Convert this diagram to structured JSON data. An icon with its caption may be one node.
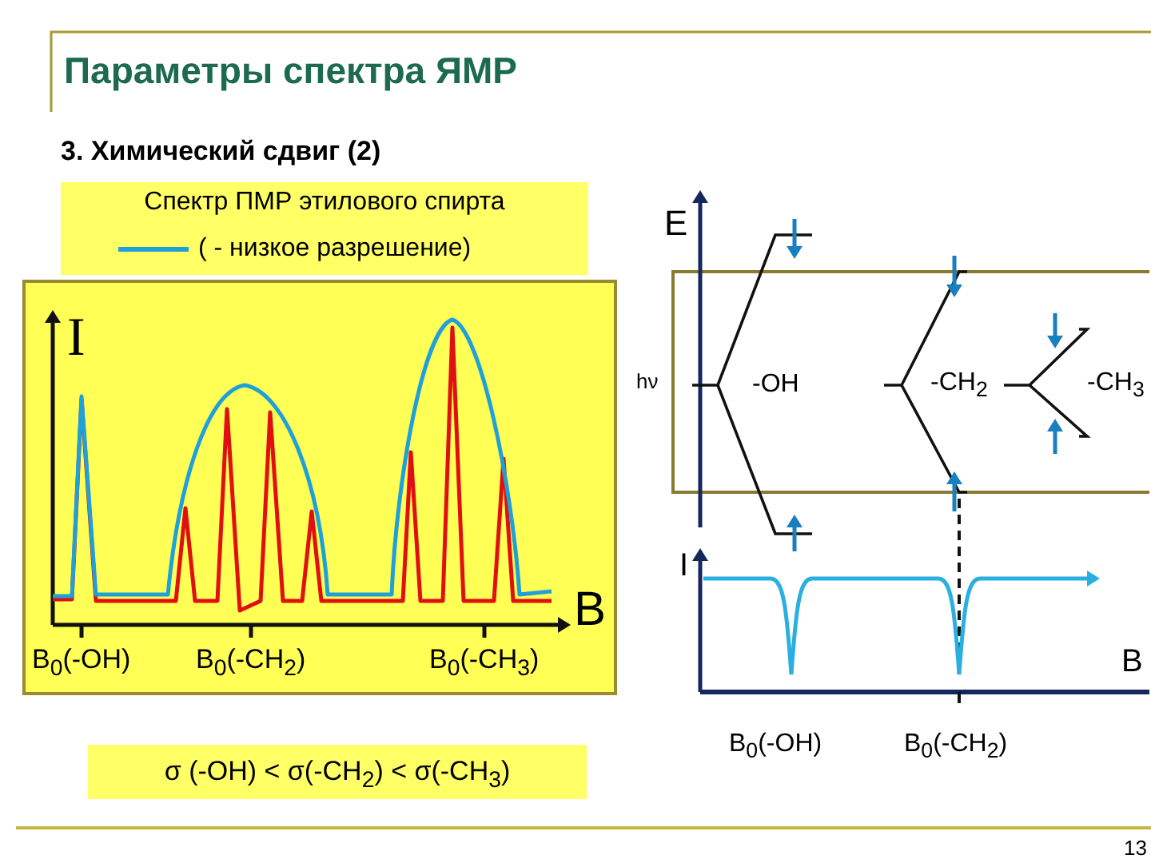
{
  "diagram": {
    "title": "Параметры спектра ЯМР",
    "nodes": [
      {
        "text": [
          "Спектр ПМР  этилового спирта"
        ]
      },
      {
        "text": [
          "σ (-OH) < σ(-CH$_{2}$) < σ(-CH$_{3}$)"
        ]
      }
    ],
    "labels": [
      "3. Химический сдвиг (2)",
      "I",
      "B",
      "B$_{0}$(-OH)",
      "B$_{0}$(-CH$_{2}$)",
      "B$_{0}$(-CH$_{3}$)",
      "E",
      "hν",
      "-OH",
      "-CH$_{2}$",
      "-CH$_{3}$",
      "I",
      "B",
      "B$_{0}$(-OH)",
      "B$_{0}$(-CH$_{2}$)",
      "13"
    ],
    "legend": [
      {
        "text": "( - низкое разрешение)"
      }
    ]
  }
}
